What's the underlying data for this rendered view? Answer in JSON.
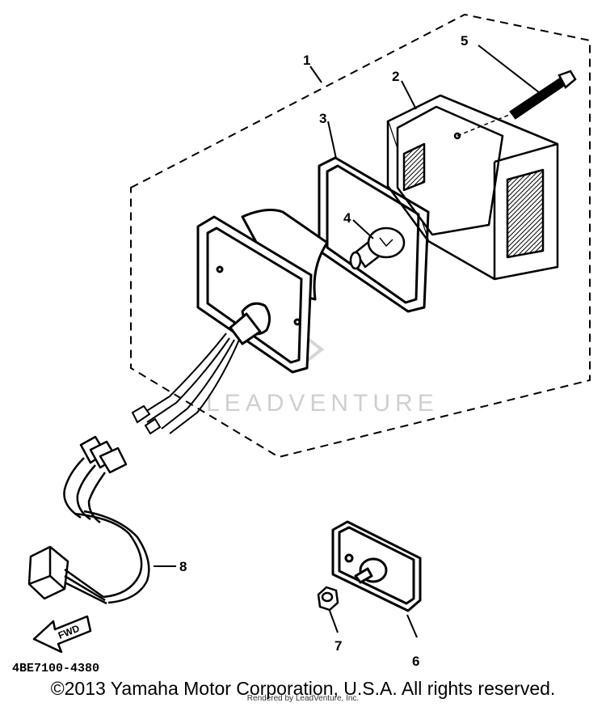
{
  "diagram": {
    "callouts": [
      "1",
      "2",
      "3",
      "4",
      "5",
      "6",
      "7",
      "8"
    ],
    "part_code": "4BE7100-4380",
    "fwd_label": "FWD",
    "watermark": "LEADVENTURE"
  },
  "footer": {
    "copyright": "©2013 Yamaha Motor Corporation, U.S.A. All rights reserved.",
    "rendered_by": "Rendered by LeadVenture, Inc."
  }
}
